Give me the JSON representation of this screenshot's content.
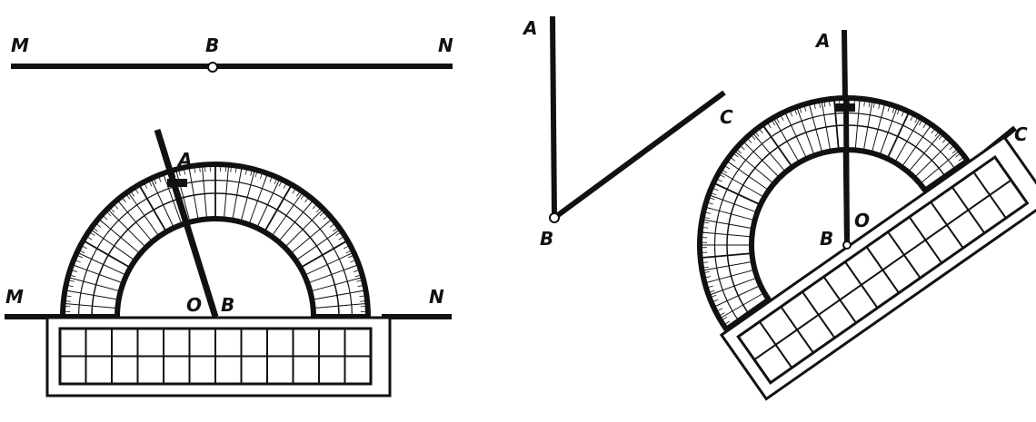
{
  "colors": {
    "ink": "#111111",
    "paper": "#ffffff"
  },
  "figure1": {
    "label_m": "M",
    "label_b": "B",
    "label_n": "N"
  },
  "figure2": {
    "label_m": "M",
    "label_n": "N",
    "label_a": "A",
    "label_o": "O",
    "label_b": "B"
  },
  "figure3": {
    "label_a": "A",
    "label_b": "B",
    "label_c": "C"
  },
  "figure4": {
    "label_a": "A",
    "label_b": "B",
    "label_o": "O",
    "label_c": "C"
  }
}
